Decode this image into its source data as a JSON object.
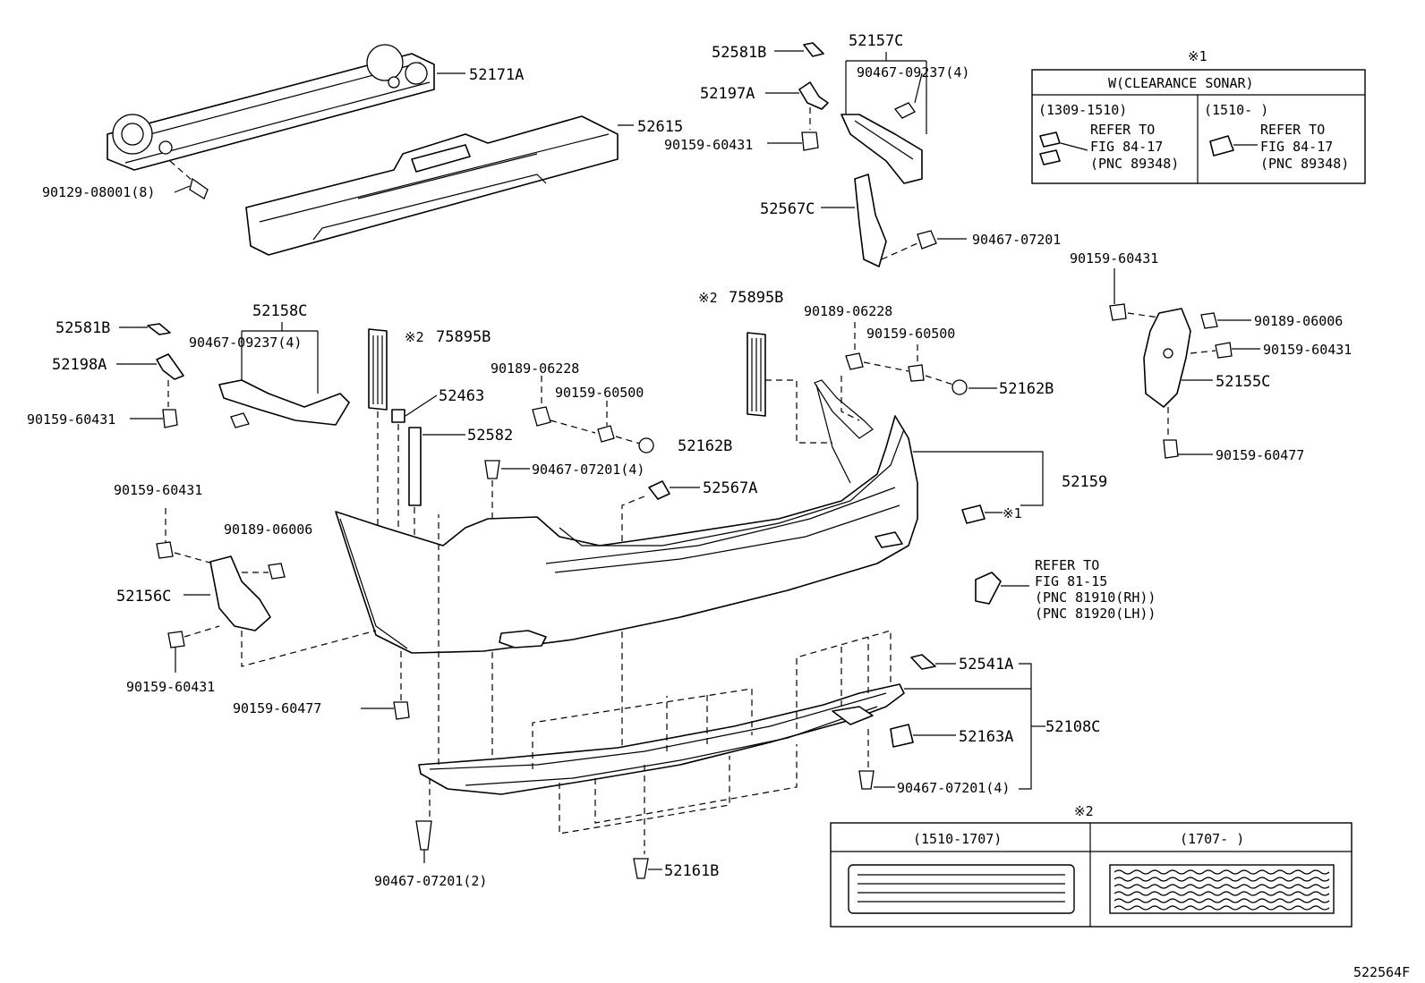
{
  "parts": {
    "p52171A": "52171A",
    "p52615": "52615",
    "p90129_08001": "90129-08001(8)",
    "p52581B_top": "52581B",
    "p52197A": "52197A",
    "p90159_60431_top": "90159-60431",
    "p52157C": "52157C",
    "p90467_09237_top": "90467-09237(4)",
    "p52567C": "52567C",
    "p90467_07201_top": "90467-07201",
    "p52581B_left": "52581B",
    "p52198A": "52198A",
    "p90159_60431_left": "90159-60431",
    "p52158C": "52158C",
    "p90467_09237_left": "90467-09237(4)",
    "p75895B_left": "75895B",
    "p52463": "52463",
    "p52582": "52582",
    "p90189_06228_mid": "90189-06228",
    "p90159_60500_mid": "90159-60500",
    "p52162B_mid": "52162B",
    "p90467_07201_4a": "90467-07201(4)",
    "p52567A": "52567A",
    "p75895B_right": "75895B",
    "p90189_06228_right": "90189-06228",
    "p90159_60500_right": "90159-60500",
    "p52162B_right": "52162B",
    "p90159_60431_rt": "90159-60431",
    "p90189_06006_rt": "90189-06006",
    "p90159_60431_rt2": "90159-60431",
    "p52155C": "52155C",
    "p90159_60477_rt": "90159-60477",
    "p52159": "52159",
    "p90159_60431_l2": "90159-60431",
    "p90189_06006_l": "90189-06006",
    "p52156C": "52156C",
    "p90159_60431_l3": "90159-60431",
    "p90159_60477_l": "90159-60477",
    "p52541A": "52541A",
    "p52108C": "52108C",
    "p52163A": "52163A",
    "p90467_07201_4b": "90467-07201(4)",
    "p90467_07201_2": "90467-07201(2)",
    "p52161B": "52161B"
  },
  "notes": {
    "mark1": "※1",
    "mark2": "※2",
    "sonar_ref": "※1",
    "refer_lamp": [
      "REFER TO",
      "FIG 81-15",
      "(PNC 81910(RH))",
      "(PNC 81920(LH))"
    ]
  },
  "sonar_table": {
    "mark": "※1",
    "header": "W(CLEARANCE SONAR)",
    "col1_range": "(1309-1510)",
    "col2_range": "(1510-      )",
    "col1_ref": [
      "REFER TO",
      "FIG 84-17",
      "(PNC 89348)"
    ],
    "col2_ref": [
      "REFER TO",
      "FIG 84-17",
      "(PNC 89348)"
    ]
  },
  "reflector_table": {
    "mark": "※2",
    "col1_range": "(1510-1707)",
    "col2_range": "(1707-      )"
  },
  "figure_id": "522564F"
}
